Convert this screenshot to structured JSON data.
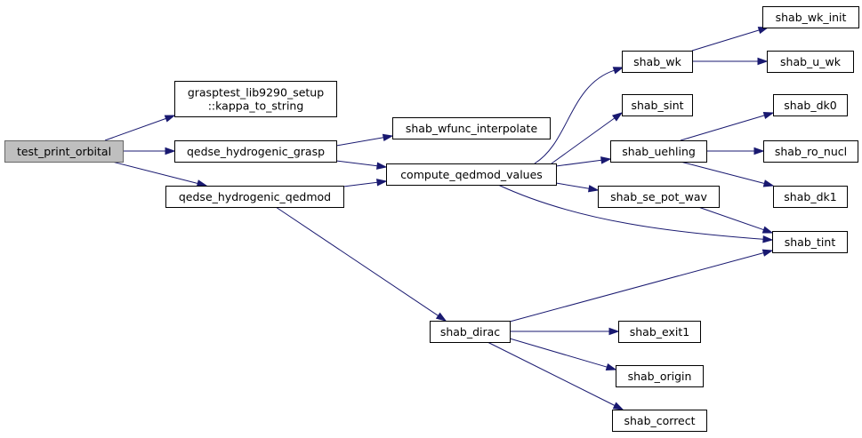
{
  "graph": {
    "kind": "call-graph",
    "colors": {
      "edge": "#191970",
      "root_fill": "#bfbfbf",
      "node_fill": "#ffffff",
      "node_border": "#000000"
    },
    "nodes": [
      {
        "id": "test_print_orbital",
        "label": "test_print_orbital",
        "root": true
      },
      {
        "id": "kappa_to_string",
        "label": "grasptest_lib9290_setup\n::kappa_to_string"
      },
      {
        "id": "qedse_hydrogenic_grasp",
        "label": "qedse_hydrogenic_grasp"
      },
      {
        "id": "qedse_hydrogenic_qedmod",
        "label": "qedse_hydrogenic_qedmod"
      },
      {
        "id": "shab_wfunc_interpolate",
        "label": "shab_wfunc_interpolate"
      },
      {
        "id": "compute_qedmod_values",
        "label": "compute_qedmod_values"
      },
      {
        "id": "shab_dirac",
        "label": "shab_dirac"
      },
      {
        "id": "shab_wk",
        "label": "shab_wk"
      },
      {
        "id": "shab_sint",
        "label": "shab_sint"
      },
      {
        "id": "shab_uehling",
        "label": "shab_uehling"
      },
      {
        "id": "shab_se_pot_wav",
        "label": "shab_se_pot_wav"
      },
      {
        "id": "shab_wk_init",
        "label": "shab_wk_init"
      },
      {
        "id": "shab_u_wk",
        "label": "shab_u_wk"
      },
      {
        "id": "shab_dk0",
        "label": "shab_dk0"
      },
      {
        "id": "shab_ro_nucl",
        "label": "shab_ro_nucl"
      },
      {
        "id": "shab_dk1",
        "label": "shab_dk1"
      },
      {
        "id": "shab_tint",
        "label": "shab_tint"
      },
      {
        "id": "shab_exit1",
        "label": "shab_exit1"
      },
      {
        "id": "shab_origin",
        "label": "shab_origin"
      },
      {
        "id": "shab_correct",
        "label": "shab_correct"
      }
    ],
    "edges": [
      {
        "from": "test_print_orbital",
        "to": "kappa_to_string"
      },
      {
        "from": "test_print_orbital",
        "to": "qedse_hydrogenic_grasp"
      },
      {
        "from": "test_print_orbital",
        "to": "qedse_hydrogenic_qedmod"
      },
      {
        "from": "qedse_hydrogenic_grasp",
        "to": "shab_wfunc_interpolate"
      },
      {
        "from": "qedse_hydrogenic_grasp",
        "to": "compute_qedmod_values"
      },
      {
        "from": "qedse_hydrogenic_qedmod",
        "to": "compute_qedmod_values"
      },
      {
        "from": "qedse_hydrogenic_qedmod",
        "to": "shab_dirac"
      },
      {
        "from": "compute_qedmod_values",
        "to": "shab_wk"
      },
      {
        "from": "compute_qedmod_values",
        "to": "shab_sint"
      },
      {
        "from": "compute_qedmod_values",
        "to": "shab_uehling"
      },
      {
        "from": "compute_qedmod_values",
        "to": "shab_se_pot_wav"
      },
      {
        "from": "compute_qedmod_values",
        "to": "shab_tint"
      },
      {
        "from": "shab_wk",
        "to": "shab_wk_init"
      },
      {
        "from": "shab_wk",
        "to": "shab_u_wk"
      },
      {
        "from": "shab_uehling",
        "to": "shab_dk0"
      },
      {
        "from": "shab_uehling",
        "to": "shab_ro_nucl"
      },
      {
        "from": "shab_uehling",
        "to": "shab_dk1"
      },
      {
        "from": "shab_se_pot_wav",
        "to": "shab_tint"
      },
      {
        "from": "shab_dirac",
        "to": "shab_tint"
      },
      {
        "from": "shab_dirac",
        "to": "shab_exit1"
      },
      {
        "from": "shab_dirac",
        "to": "shab_origin"
      },
      {
        "from": "shab_dirac",
        "to": "shab_correct"
      }
    ]
  }
}
